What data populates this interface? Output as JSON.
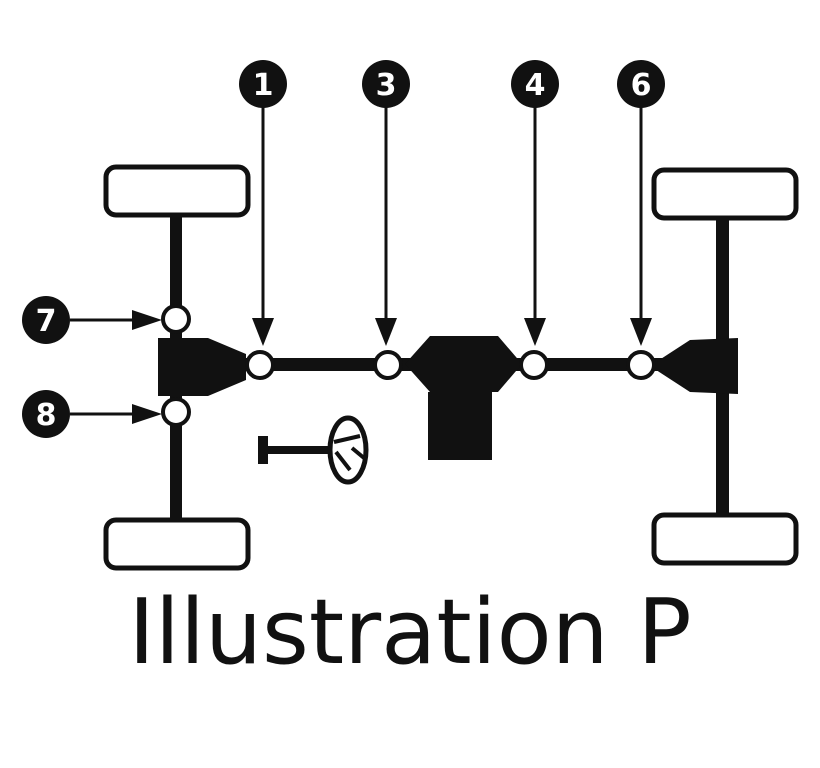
{
  "caption": "Illustration P",
  "labels": {
    "n1": "1",
    "n3": "3",
    "n4": "4",
    "n6": "6",
    "n7": "7",
    "n8": "8"
  },
  "colors": {
    "ink": "#111111",
    "paper": "#ffffff"
  }
}
